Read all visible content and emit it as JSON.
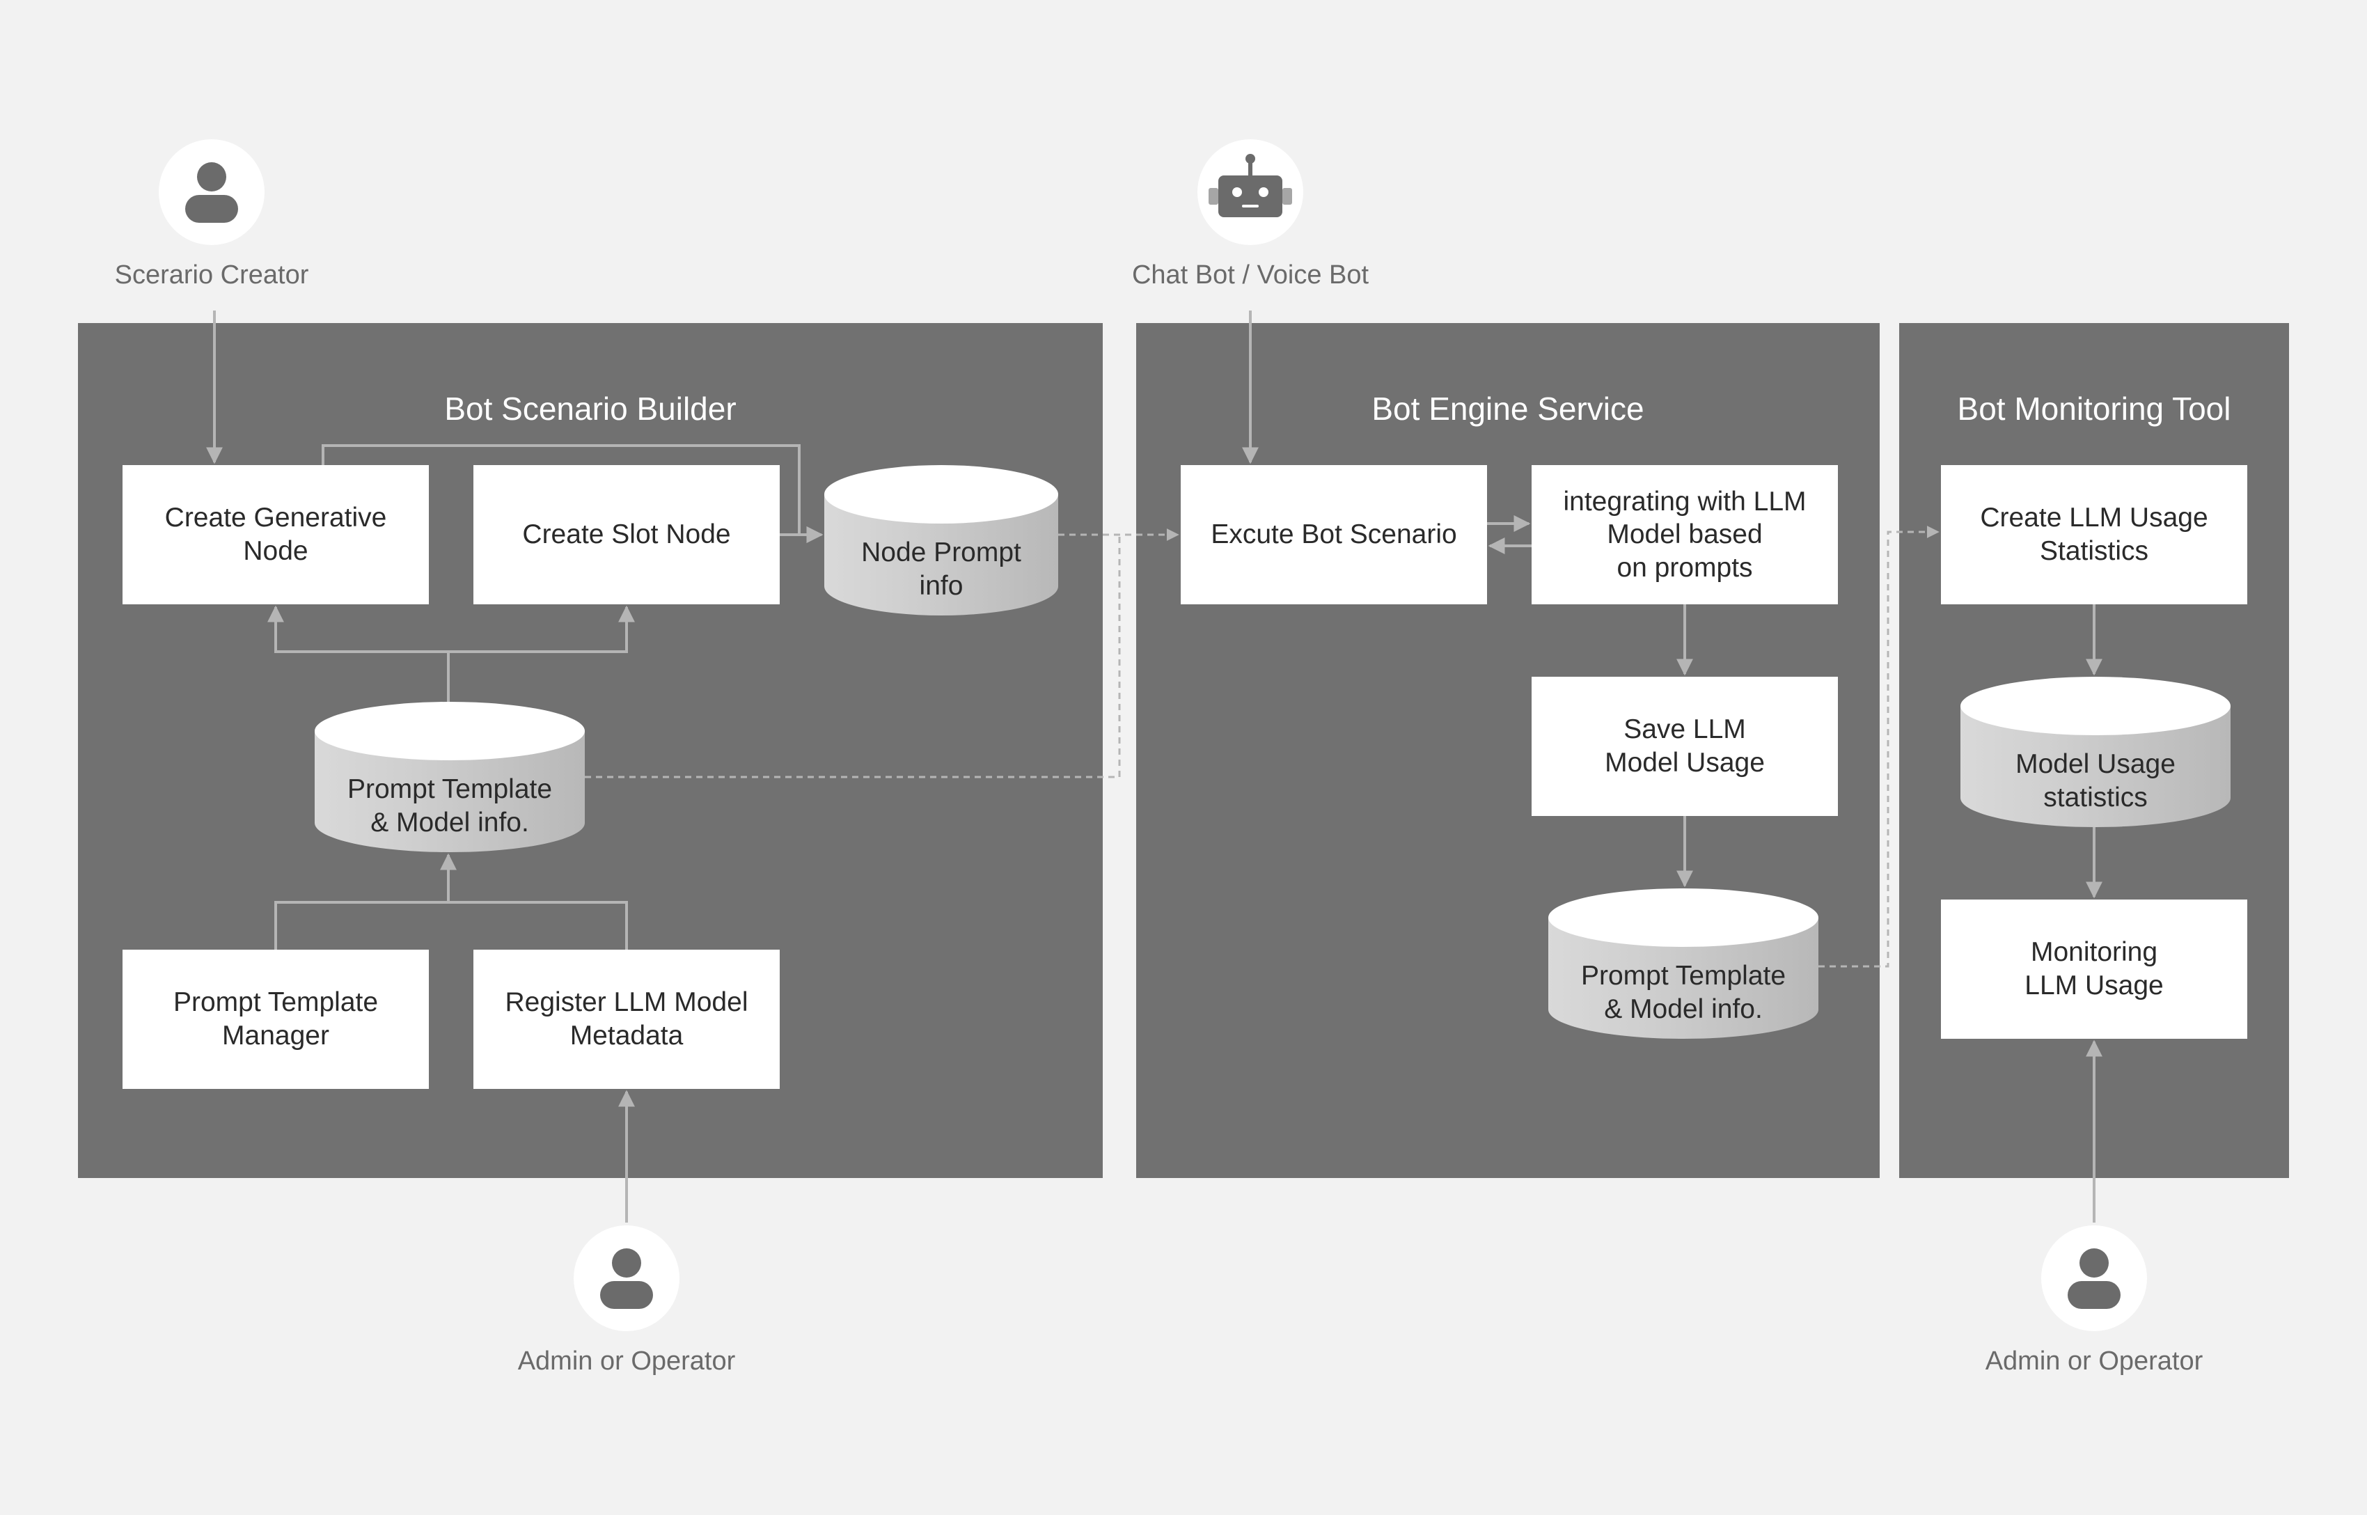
{
  "actors": {
    "scenario_creator": "Scerario Creator",
    "bot": "Chat Bot / Voice Bot",
    "admin_builder": "Admin or Operator",
    "admin_monitoring": "Admin or Operator"
  },
  "builder": {
    "title": "Bot Scenario Builder",
    "create_generative_node": "Create Generative\nNode",
    "create_slot_node": "Create Slot Node",
    "node_prompt_info": "Node Prompt\ninfo",
    "prompt_template_db": "Prompt Template\n& Model info.",
    "prompt_template_manager": "Prompt Template\nManager",
    "register_llm_metadata": "Register LLM Model\nMetadata"
  },
  "engine": {
    "title": "Bot Engine Service",
    "execute_bot_scenario": "Excute Bot Scenario",
    "integrating_llm": "integrating with LLM\nModel based\non prompts",
    "save_llm_usage": "Save LLM\nModel Usage",
    "prompt_template_db": "Prompt Template\n& Model info."
  },
  "monitoring": {
    "title": "Bot Monitoring Tool",
    "create_usage_stats": "Create LLM Usage\nStatistics",
    "model_usage_db": "Model Usage\nstatistics",
    "monitoring_usage": "Monitoring\nLLM Usage"
  },
  "colors": {
    "background": "#f2f2f2",
    "panel": "#717171",
    "box": "#ffffff",
    "connector": "#b5b5b5",
    "icon": "#6b6b6b"
  }
}
